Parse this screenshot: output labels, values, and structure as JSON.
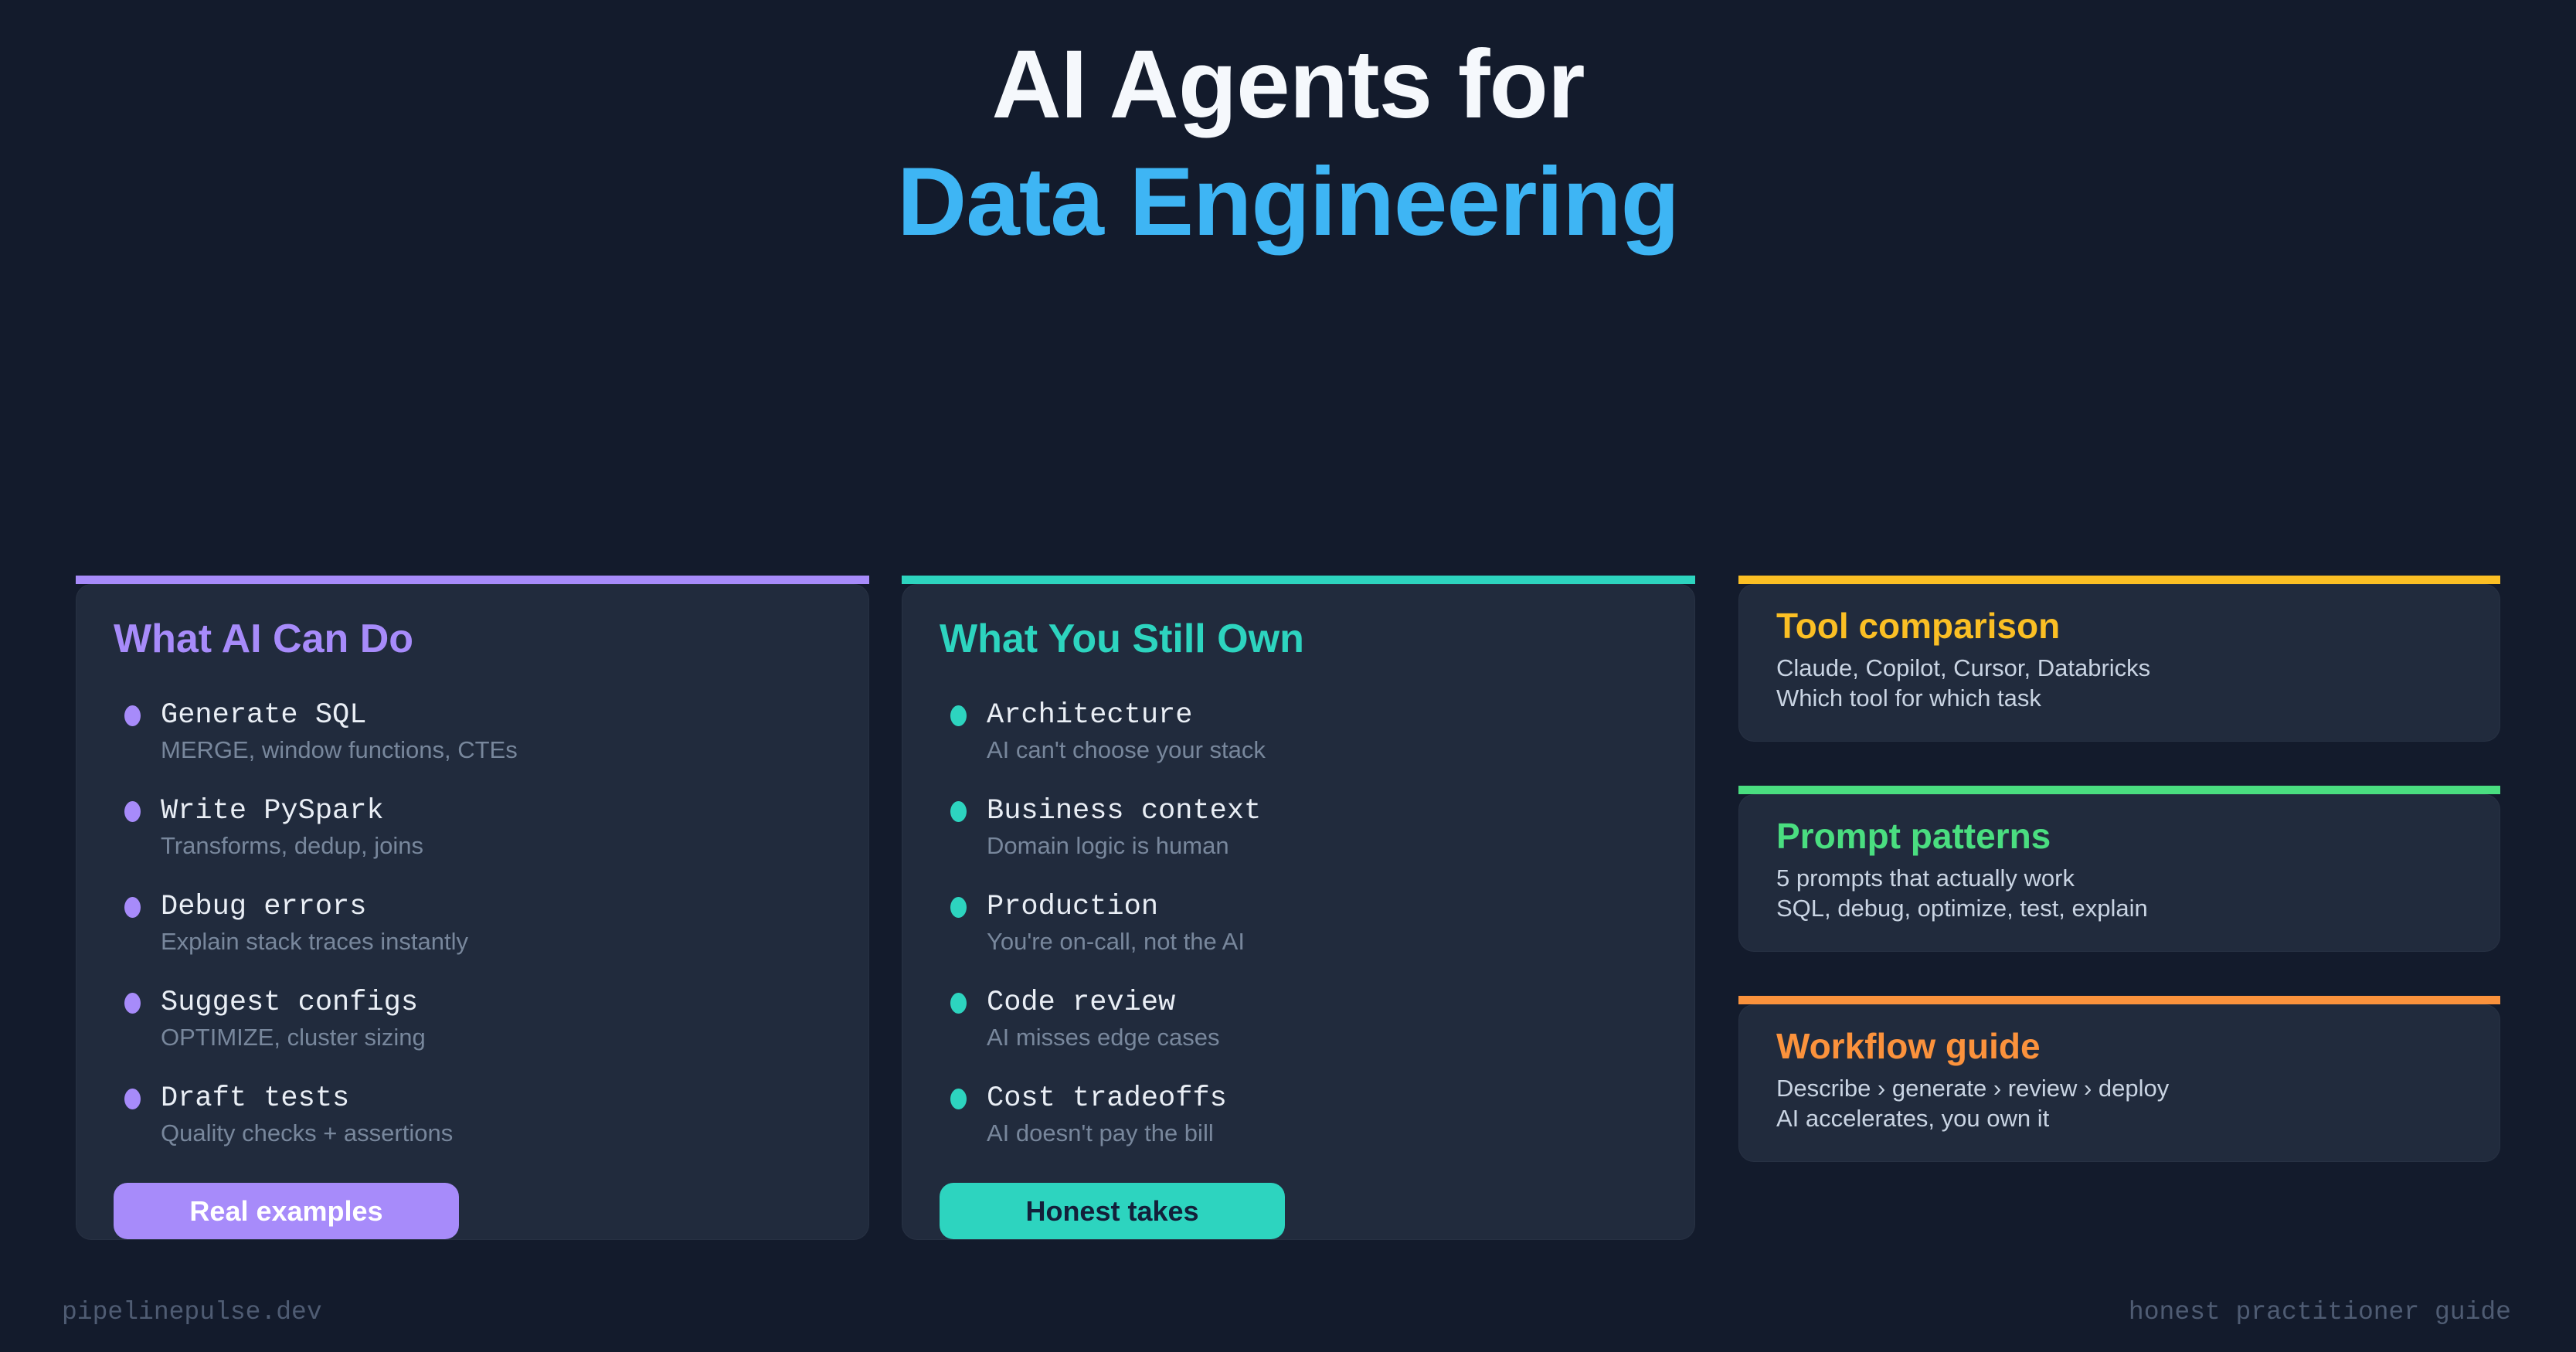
{
  "title": {
    "line1": "AI Agents for",
    "line2": "Data Engineering"
  },
  "colors": {
    "background": "#131b2c",
    "card_background": "#212b3d",
    "title_white": "#f5f8fc",
    "title_blue": "#3eb5f4",
    "purple": "#a78bfa",
    "teal": "#2dd4bf",
    "yellow": "#fbbf24",
    "green": "#4ade80",
    "orange": "#fb923c",
    "subtitle_gray": "#78879c"
  },
  "cards": {
    "left": {
      "accent": "#a78bfa",
      "title": "What AI Can Do",
      "items": [
        {
          "title": "Generate SQL",
          "subtitle": "MERGE, window functions, CTEs"
        },
        {
          "title": "Write PySpark",
          "subtitle": "Transforms, dedup, joins"
        },
        {
          "title": "Debug errors",
          "subtitle": "Explain stack traces instantly"
        },
        {
          "title": "Suggest configs",
          "subtitle": "OPTIMIZE, cluster sizing"
        },
        {
          "title": "Draft tests",
          "subtitle": "Quality checks + assertions"
        }
      ],
      "button_label": "Real examples"
    },
    "middle": {
      "accent": "#2dd4bf",
      "title": "What You Still Own",
      "items": [
        {
          "title": "Architecture",
          "subtitle": "AI can't choose your stack"
        },
        {
          "title": "Business context",
          "subtitle": "Domain logic is human"
        },
        {
          "title": "Production",
          "subtitle": "You're on-call, not the AI"
        },
        {
          "title": "Code review",
          "subtitle": "AI misses edge cases"
        },
        {
          "title": "Cost tradeoffs",
          "subtitle": "AI doesn't pay the bill"
        }
      ],
      "button_label": "Honest takes"
    },
    "right": [
      {
        "accent": "#fbbf24",
        "title": "Tool comparison",
        "line1": "Claude, Copilot, Cursor, Databricks",
        "line2": "Which tool for which task"
      },
      {
        "accent": "#4ade80",
        "title": "Prompt patterns",
        "line1": "5 prompts that actually work",
        "line2": "SQL, debug, optimize, test, explain"
      },
      {
        "accent": "#fb923c",
        "title": "Workflow guide",
        "line1": "Describe › generate › review › deploy",
        "line2": "AI accelerates, you own it"
      }
    ]
  },
  "footer": {
    "left": "pipelinepulse.dev",
    "right": "honest practitioner guide"
  }
}
